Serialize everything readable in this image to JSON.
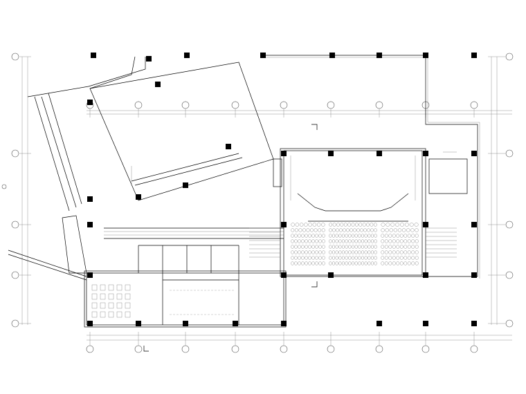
{
  "plan": {
    "grid_columns": 9,
    "grid_rows": 5,
    "auditorium_seat_rows": [
      [
        8,
        13,
        8
      ],
      [
        9,
        14,
        9
      ],
      [
        10,
        15,
        10
      ],
      [
        10,
        15,
        10
      ],
      [
        10,
        15,
        10
      ],
      [
        10,
        15,
        10
      ],
      [
        10,
        15,
        10
      ],
      [
        10,
        15,
        10
      ]
    ],
    "colors": {
      "line": "#000000",
      "thin": "#777777",
      "background": "#ffffff"
    }
  }
}
